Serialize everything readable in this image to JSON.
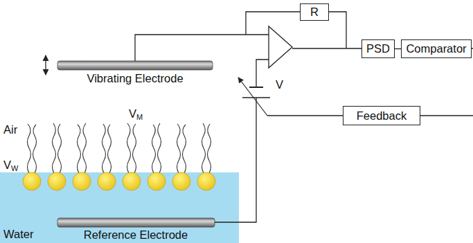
{
  "diagram": {
    "nodes": [
      {
        "text": [
          "R"
        ]
      },
      {
        "text": [
          "PSD"
        ]
      },
      {
        "text": [
          "Comparator"
        ]
      },
      {
        "text": [
          "Feedback"
        ]
      }
    ],
    "edges": [
      {
        "from": 1,
        "to": 2,
        "arrow": "none"
      }
    ],
    "labels": [
      "Vibrating Electrode",
      "V",
      "Air",
      "VM",
      "VW",
      "Water",
      "Reference Electrode"
    ]
  }
}
